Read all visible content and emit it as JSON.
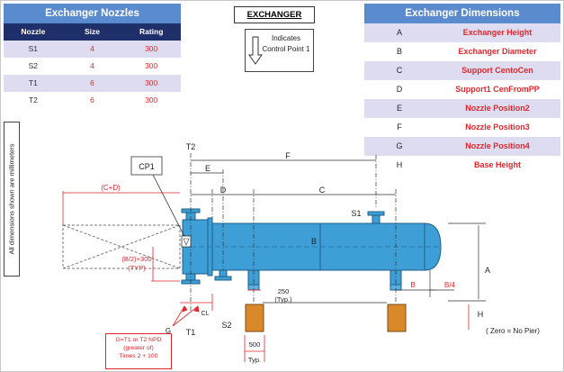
{
  "title": "EXCHANGER",
  "control_point_note": "Indicates Control Point 1",
  "units_note": "All dimensions shown are millimeters",
  "nozzles": {
    "title": "Exchanger Nozzles",
    "headers": [
      "Nozzle",
      "Size",
      "Rating"
    ],
    "rows": [
      {
        "name": "S1",
        "size": "4",
        "rating": "300"
      },
      {
        "name": "S2",
        "size": "4",
        "rating": "300"
      },
      {
        "name": "T1",
        "size": "6",
        "rating": "300"
      },
      {
        "name": "T2",
        "size": "6",
        "rating": "300"
      }
    ]
  },
  "dimensions": {
    "title": "Exchanger Dimensions",
    "rows": [
      {
        "key": "A",
        "label": "Exchanger Height"
      },
      {
        "key": "B",
        "label": "Exchanger Diameter"
      },
      {
        "key": "C",
        "label": "Support CentoCen"
      },
      {
        "key": "D",
        "label": "Support1 CenFromPP"
      },
      {
        "key": "E",
        "label": "Nozzle Position2"
      },
      {
        "key": "F",
        "label": "Nozzle Position3"
      },
      {
        "key": "G",
        "label": "Nozzle Position4"
      },
      {
        "key": "H",
        "label": "Base Height"
      }
    ]
  },
  "diagram": {
    "cp1": "CP1",
    "t2": "T2",
    "t1": "T1",
    "s1": "S1",
    "s2": "S2",
    "f": "F",
    "e": "E",
    "d": "D",
    "c": "C",
    "cd": "(C+D)",
    "b_mid": "B",
    "b_half_line1": "(B/2)+300",
    "b_half_line2": "(TYP)",
    "a": "A",
    "b_small": "B",
    "b4": "B/4",
    "typ250_line1": "250",
    "typ250_line2": "(Typ.)",
    "h": "H",
    "zero_note": "( Zero = No Pier)",
    "g": "G",
    "cl": "CL",
    "typ500_line1": "500",
    "typ500_line2": "Typ.",
    "g_formula_lines": [
      "G=T1 or T2 NPD",
      "(greater of)",
      "Times 2 + 100"
    ]
  },
  "colors": {
    "vessel": "#3d9fd6",
    "vessel_edge": "#1f5f8a",
    "pier": "#d9882a",
    "dimension": "#e1262d",
    "header_blue": "#5b8bcf",
    "header_navy": "#1f2f6a",
    "row_alt": "#dedcf0"
  }
}
